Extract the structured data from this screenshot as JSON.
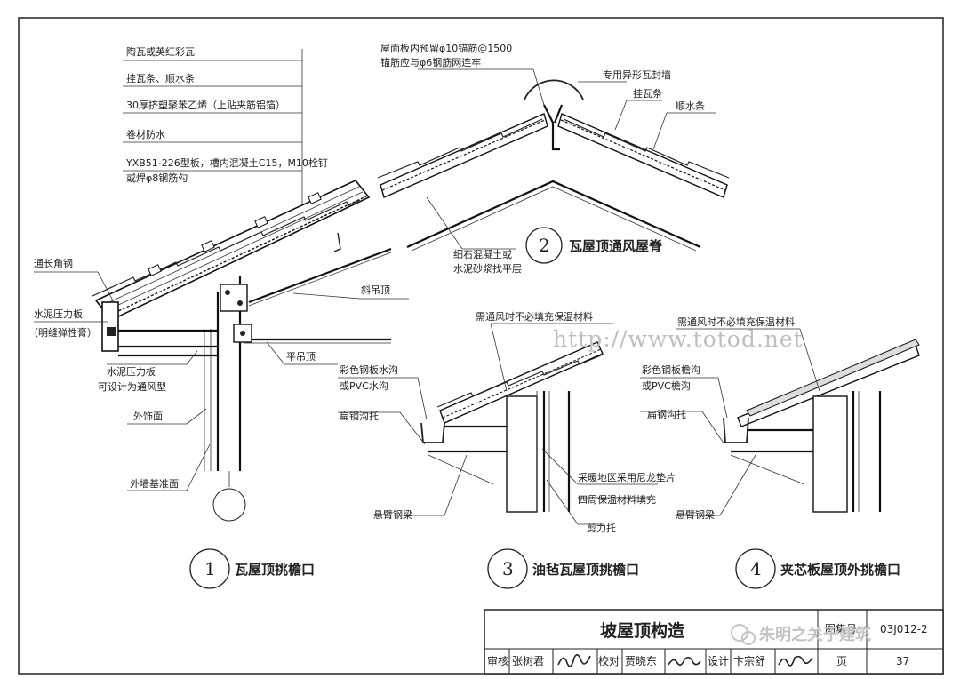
{
  "detail1": {
    "labels": {
      "tile": "陶瓦或英红彩瓦",
      "battens": "挂瓦条、顺水条",
      "insulation": "30厚挤塑聚苯乙烯（上贴夹筋铝箔）",
      "waterproof": "卷材防水",
      "slab1": "YXB51-226型板，槽内混凝土C15，M10栓钉",
      "slab2": "或焊φ8钢筋勾",
      "angle": "通长角钢",
      "cement_board": "水泥压力板",
      "cement_board_note": "（明缝弹性膏）",
      "cement_board2": "水泥压力板",
      "cement_board2_note": "可设计为通风型",
      "slope_ceiling": "斜吊顶",
      "flat_ceiling": "平吊顶",
      "facing": "外饰面",
      "base": "外墙基准面"
    },
    "number": "1",
    "caption": "瓦屋顶挑檐口"
  },
  "detail2": {
    "labels": {
      "rebar1": "屋面板内预留φ10锚筋@1500",
      "rebar2": "锚筋应与φ6钢筋网连牢",
      "seal": "专用异形瓦封墙",
      "batten": "挂瓦条",
      "counter": "顺水条",
      "screed1": "细石混凝土或",
      "screed2": "水泥砂浆找平层"
    },
    "number": "2",
    "caption": "瓦屋顶通风屋脊"
  },
  "detail3": {
    "labels": {
      "vent_note": "需通风时不必填充保温材料",
      "gutter1": "彩色钢板水沟",
      "gutter2": "或PVC水沟",
      "support": "扁钢沟托",
      "pad": "采暖地区采用尼龙垫片",
      "fill": "四周保温材料填充",
      "shear": "剪力托",
      "beam": "悬臂钢梁"
    },
    "number": "3",
    "caption": "油毡瓦屋顶挑檐口"
  },
  "detail4": {
    "labels": {
      "vent_note": "需通风时不必填充保温材料",
      "gutter1": "彩色钢板檐沟",
      "gutter2": "或PVC檐沟",
      "support": "扁钢沟托",
      "beam": "悬臂钢梁"
    },
    "number": "4",
    "caption": "夹芯板屋顶外挑檐口"
  },
  "watermark": "http://www.totod.net",
  "watermark2": "朱明之关于建筑",
  "title_block": {
    "title": "坡屋顶构造",
    "atlas_label": "图集号",
    "atlas_number": "03J012-2",
    "review_label": "审核",
    "review_name": "张树君",
    "check_label": "校对",
    "check_name": "贾晓东",
    "design_label": "设计",
    "design_name": "卞宗舒",
    "page_label": "页",
    "page_number": "37"
  }
}
